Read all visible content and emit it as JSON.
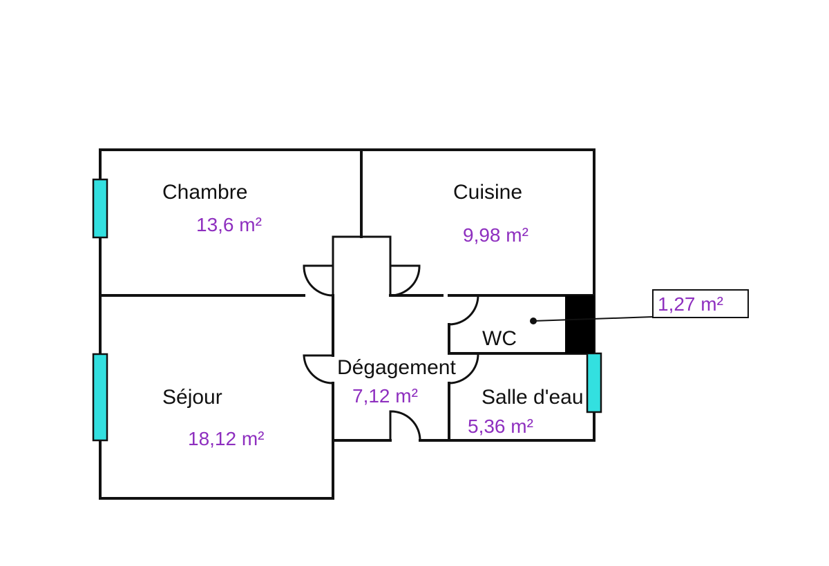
{
  "colors": {
    "wall": "#111111",
    "window": "#33e0e0",
    "area_text": "#8e2fbf",
    "shaft": "#000000"
  },
  "rooms": {
    "chambre": {
      "name": "Chambre",
      "area": "13,6  m²"
    },
    "cuisine": {
      "name": "Cuisine",
      "area": "9,98  m²"
    },
    "sejour": {
      "name": "Séjour",
      "area": "18,12  m²"
    },
    "degagement": {
      "name": "Dégagement",
      "area": "7,12  m²"
    },
    "wc": {
      "name": "WC",
      "area": ""
    },
    "salle_eau": {
      "name": "Salle d'eau",
      "area": "5,36  m²"
    }
  },
  "callout": {
    "label": "1,27  m²"
  }
}
